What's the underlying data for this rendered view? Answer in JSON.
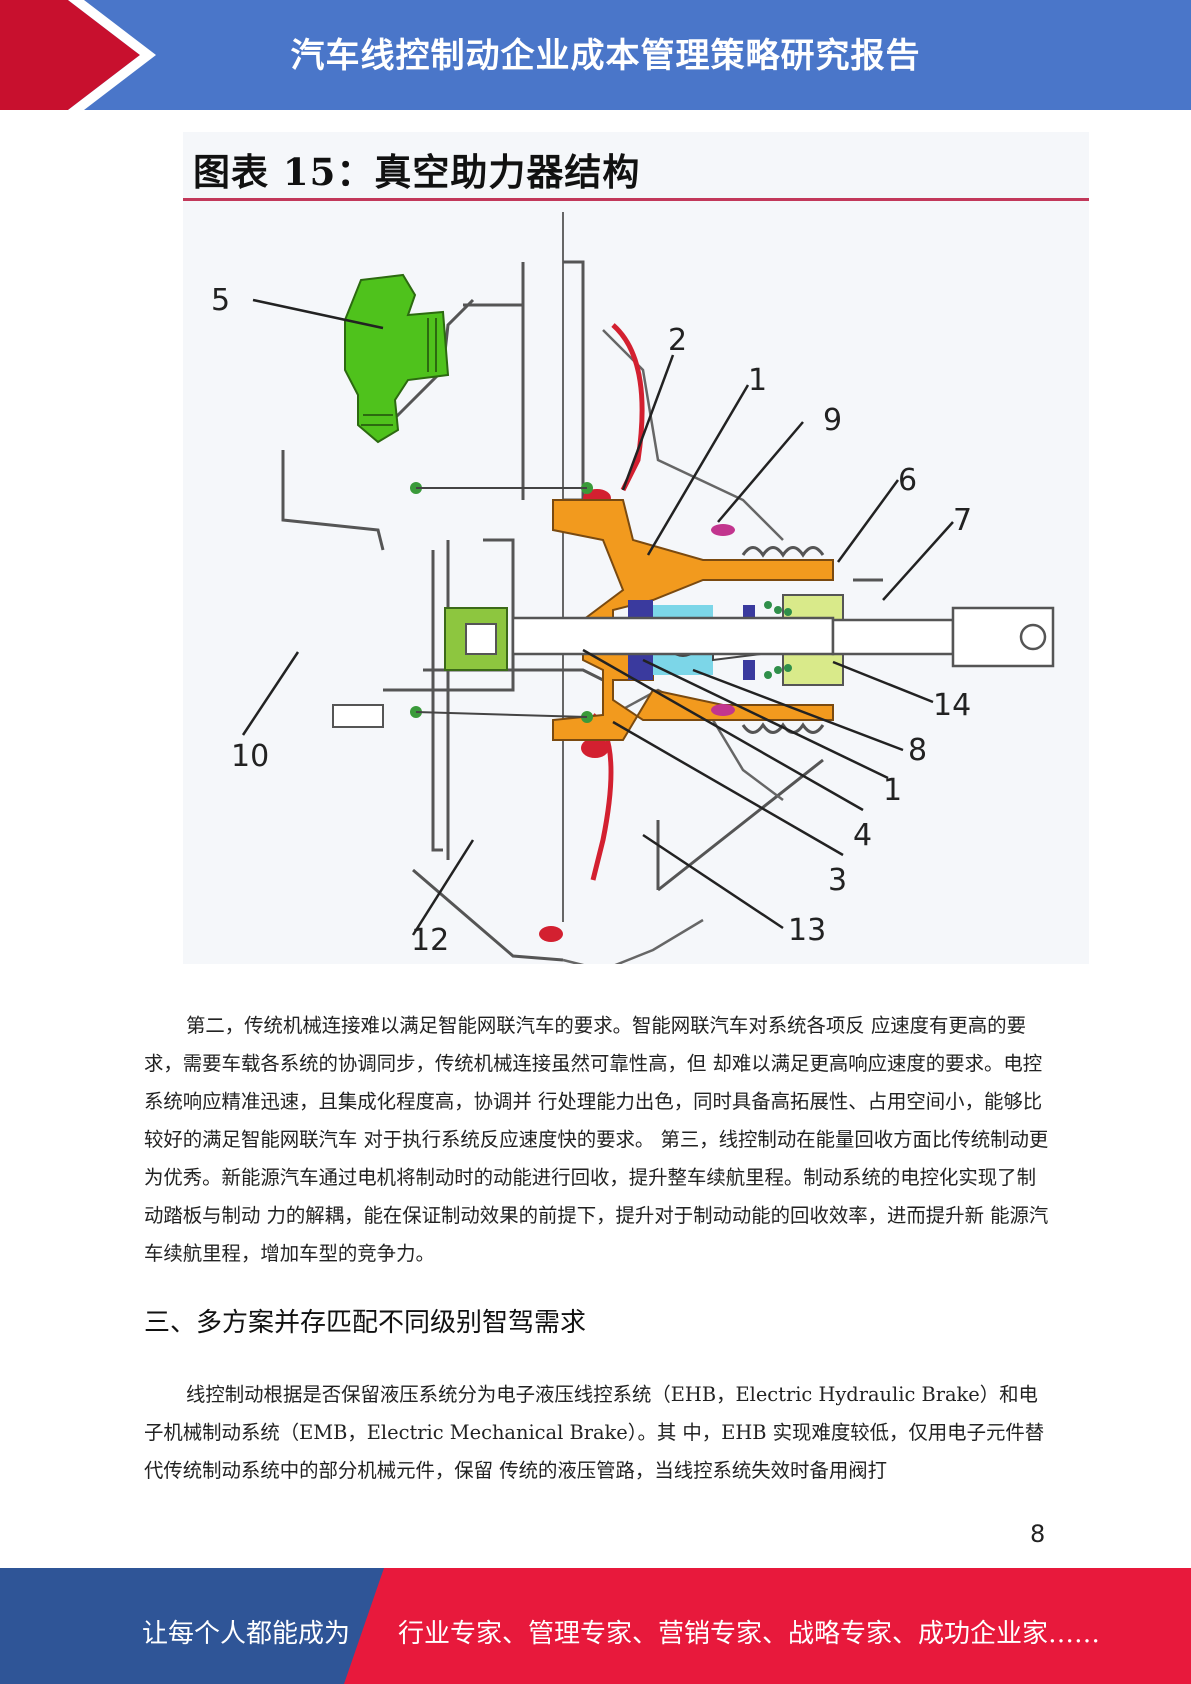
{
  "header": {
    "title": "汽车线控制动企业成本管理策略研究报告"
  },
  "figure": {
    "title": "图表 15：真空助力器结构",
    "labels": [
      "5",
      "2",
      "1",
      "9",
      "6",
      "7",
      "14",
      "8",
      "1",
      "4",
      "3",
      "13",
      "12",
      "10"
    ]
  },
  "paragraph1": "第二，传统机械连接难以满足智能网联汽车的要求。智能网联汽车对系统各项反 应速度有更高的要求，需要车载各系统的协调同步，传统机械连接虽然可靠性高，但 却难以满足更高响应速度的要求。电控系统响应精准迅速，且集成化程度高，协调并 行处理能力出色，同时具备高拓展性、占用空间小，能够比较好的满足智能网联汽车 对于执行系统反应速度快的要求。 第三，线控制动在能量回收方面比传统制动更为优秀。新能源汽车通过电机将制动时的动能进行回收，提升整车续航里程。制动系统的电控化实现了制动踏板与制动 力的解耦，能在保证制动效果的前提下，提升对于制动动能的回收效率，进而提升新 能源汽车续航里程，增加车型的竞争力。",
  "section_heading": "三、多方案并存匹配不同级别智驾需求",
  "paragraph2": "线控制动根据是否保留液压系统分为电子液压线控系统（EHB，Electric Hydraulic Brake）和电子机械制动系统（EMB，Electric Mechanical Brake）。其 中，EHB 实现难度较低，仅用电子元件替代传统制动系统中的部分机械元件，保留 传统的液压管路，当线控系统失效时备用阀打",
  "page_number": "8",
  "footer": {
    "left": "让每个人都能成为",
    "right": "行业专家、管理专家、营销专家、战略专家、成功企业家……"
  },
  "colors": {
    "header_blue": "#4a76c9",
    "accent_red": "#c8102e",
    "footer_blue": "#2f5597",
    "footer_red": "#e8193c"
  }
}
